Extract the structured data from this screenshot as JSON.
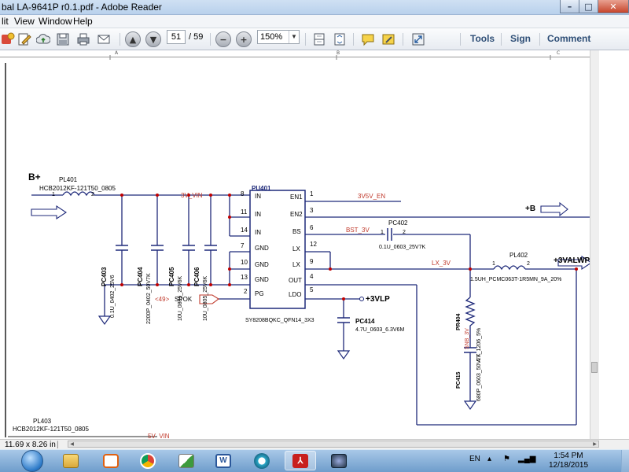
{
  "window": {
    "title": "bal LA-9641P r0.1.pdf - Adobe Reader",
    "minimize": "–",
    "maximize": "□",
    "close": "✕"
  },
  "menu": {
    "edit": "lit",
    "view": "View",
    "window": "Window",
    "help": "Help"
  },
  "toolbar": {
    "page_number": "51",
    "page_total": "/ 59",
    "zoom": "150%",
    "tools": "Tools",
    "sign": "Sign",
    "comment": "Comment"
  },
  "ruler": {
    "a": "A",
    "b": "B",
    "c": "C"
  },
  "schematic": {
    "b_plus": "B+",
    "pl401": "PL401",
    "pl401_part": "HCB2012KF-121T50_0805",
    "pin1": "1",
    "pin2": "2",
    "v3_vin": "3V_VIN",
    "pc403": "PC403",
    "pc403_val": "0.1U_0402_25V6",
    "pc404": "PC404",
    "pc404_val": "2200P_0402_50V7K",
    "pc405": "PC405",
    "pc405_val": "10U_0805_25V6K",
    "pc406": "PC406",
    "pc406_val": "10U_0805_25V6K",
    "pu401": "PU401",
    "left_pins": [
      {
        "num": "8",
        "name": "IN"
      },
      {
        "num": "11",
        "name": "IN"
      },
      {
        "num": "14",
        "name": "IN"
      },
      {
        "num": "7",
        "name": "GND"
      },
      {
        "num": "10",
        "name": "GND"
      },
      {
        "num": "13",
        "name": "GND"
      },
      {
        "num": "2",
        "name": "PG"
      }
    ],
    "right_pins": [
      {
        "num": "1",
        "name": "EN1"
      },
      {
        "num": "3",
        "name": "EN2"
      },
      {
        "num": "6",
        "name": "BS"
      },
      {
        "num": "12",
        "name": "LX"
      },
      {
        "num": "9",
        "name": "LX"
      },
      {
        "num": "4",
        "name": "OUT"
      },
      {
        "num": "5",
        "name": "LDO"
      }
    ],
    "v3v5v_en": "3V5V_EN",
    "plus_b": "+B",
    "bst_3v": "BST_3V",
    "pc402": "PC402",
    "pc402_val": "0.1U_0603_25V7K",
    "lx_3v": "LX_3V",
    "pl402": "PL402",
    "v3valwp": "+3VALWP",
    "pl402_part": "1.5UH_PCMC063T-1R5MN_9A_20%",
    "spok_ref": "<49>",
    "spok": "SPOK",
    "v3vlp": "+3VLP",
    "ic_part": "SY8208BQKC_QFN14_3X3",
    "pc414": "PC414",
    "pc414_val": "4.7U_0603_6.3V6M",
    "pr404": "PR404",
    "pr404_val": "4.7_1206_5%",
    "pr404_net": "SNB_3V",
    "pc415": "PC415",
    "pc415_val": "680P_0603_50V7K",
    "pl403": "PL403",
    "pl403_part": "HCB2012KF-121T50_0805",
    "bottom_net": "5V_VIN"
  },
  "status": {
    "page_size": "11.69 x 8.26 in"
  },
  "taskbar": {
    "language": "EN",
    "time": "1:54 PM",
    "date": "12/18/2015"
  },
  "colors": {
    "net_red": "#c0392b",
    "wire_blue": "#2a3a9a",
    "ic_fill": "#ffffff",
    "link_blue": "#2f4f77",
    "taskbar": "#6f9dcc"
  },
  "icons": [
    "save-icon",
    "print-icon",
    "email-icon",
    "prev-page-icon",
    "next-page-icon",
    "zoom-out-icon",
    "zoom-in-icon",
    "fit-page-icon",
    "comment-icon",
    "highlight-icon",
    "expand-icon"
  ]
}
